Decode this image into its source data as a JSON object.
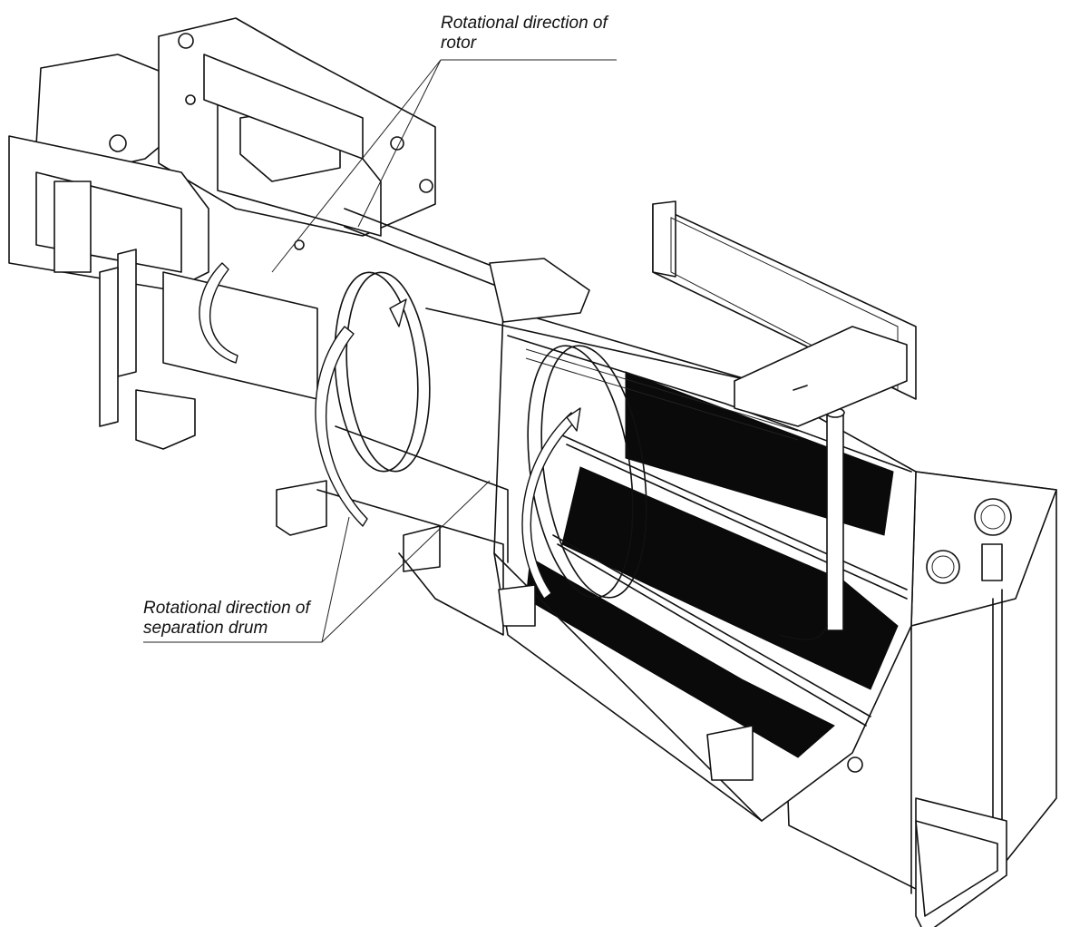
{
  "annotations": {
    "rotor": {
      "line1": "Rotational direction of",
      "line2": "rotor"
    },
    "drum": {
      "line1": "Rotational direction of",
      "line2": "separation drum"
    }
  },
  "colors": {
    "line": "#111111",
    "fill_dark": "#0a0a0a",
    "background": "#ffffff",
    "accent": "#e07a3c"
  }
}
